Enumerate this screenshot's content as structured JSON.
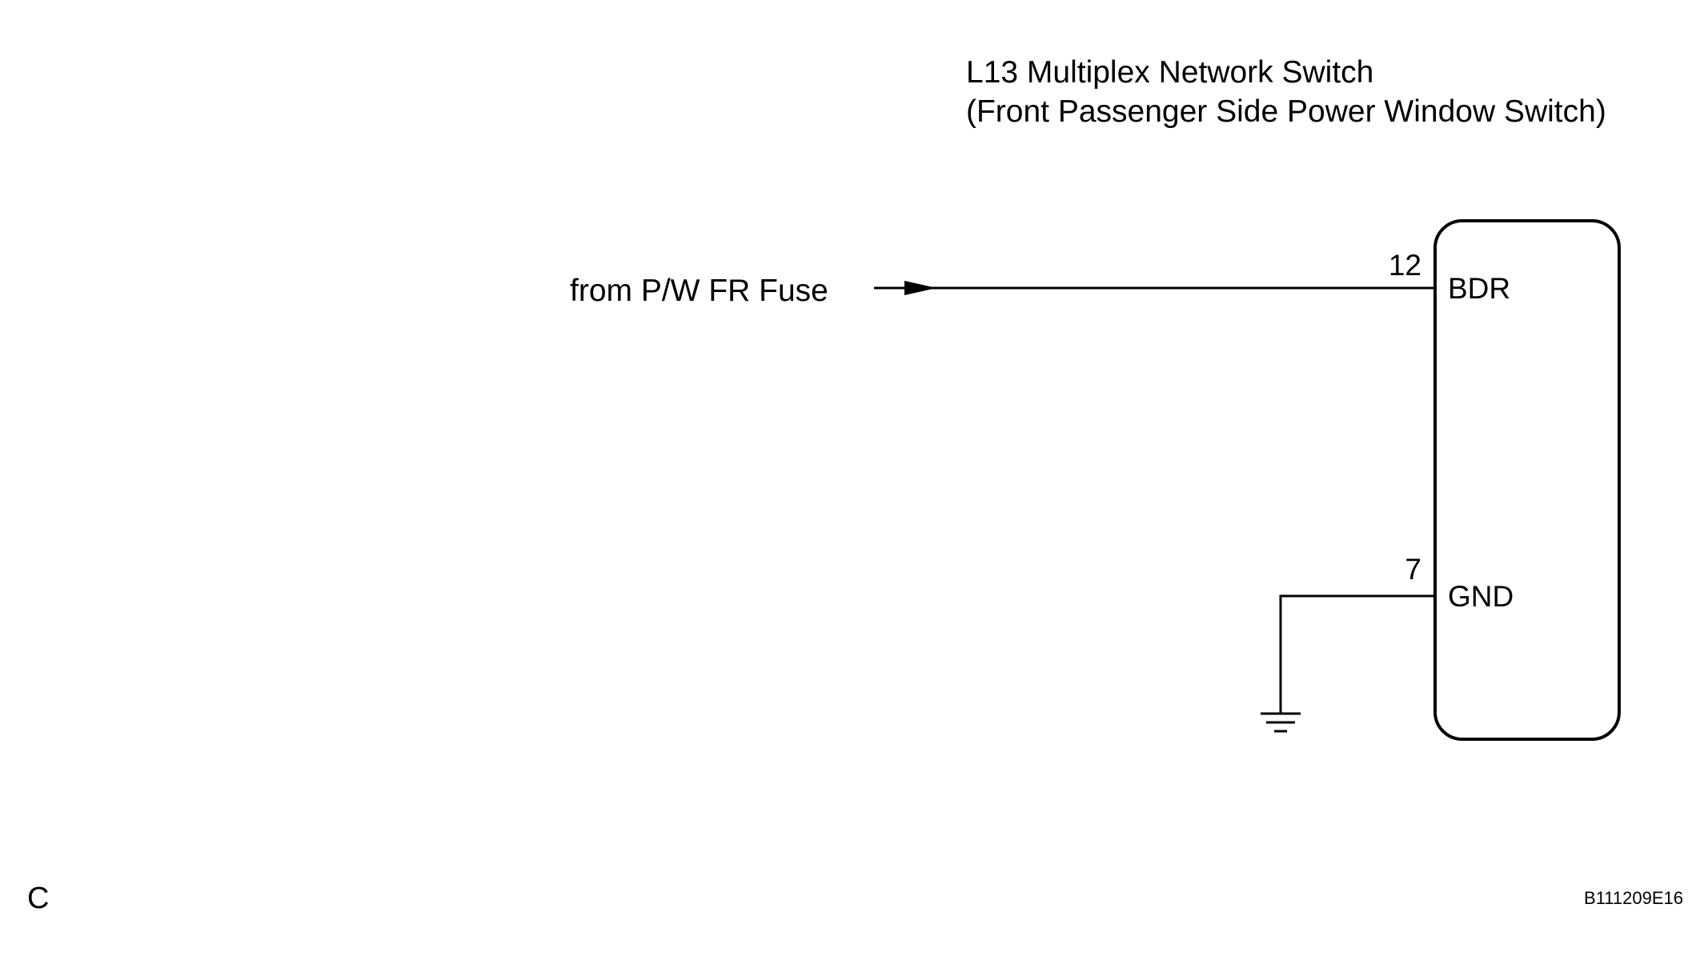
{
  "component": {
    "title_line1": "L13 Multiplex Network Switch",
    "title_line2": "(Front Passenger Side Power Window  Switch)"
  },
  "source_label": "from P/W FR Fuse",
  "pins": [
    {
      "number": "12",
      "name": "BDR"
    },
    {
      "number": "7",
      "name": "GND"
    }
  ],
  "corner_label": "C",
  "figure_id": "B111209E16",
  "colors": {
    "line": "#000000",
    "background": "#ffffff"
  }
}
